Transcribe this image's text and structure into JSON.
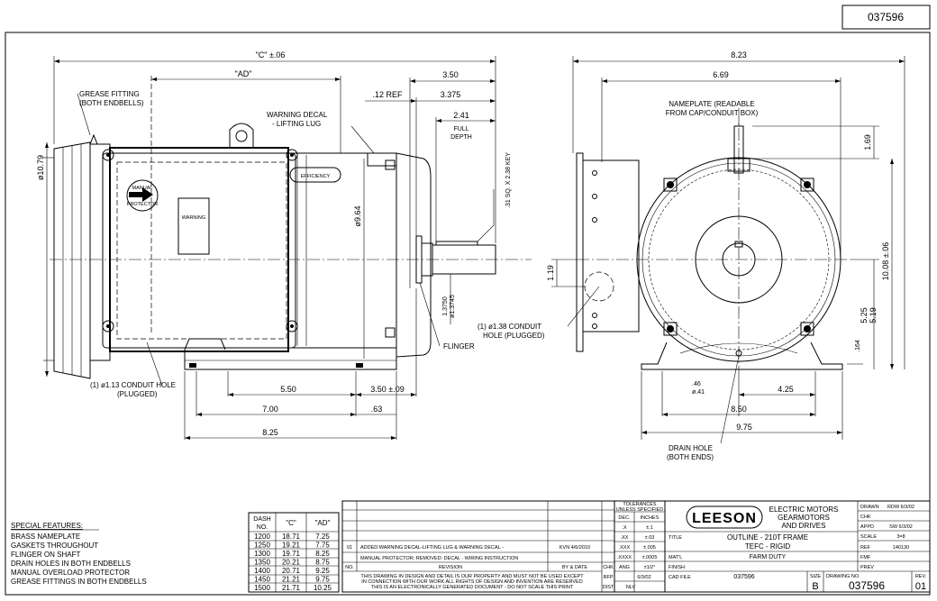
{
  "drawing_number": "037596",
  "labels": {
    "dim_c": "\"C\" ±.06",
    "dim_ad": "\"AD\"",
    "grease_fitting": [
      "GREASE FITTING",
      "(BOTH ENDBELLS)"
    ],
    "warning_decal": [
      "WARNING DECAL",
      "- LIFTING LUG"
    ],
    "efficiency": "EFFICIENCY",
    "manual": "MANUAL",
    "protector": "PROTECTOR",
    "warning": "WARNING",
    "conduit_left": [
      "(1) ø1.13 CONDUIT HOLE",
      "(PLUGGED)"
    ],
    "conduit_right": [
      "(1) ø1.38 CONDUIT",
      "HOLE (PLUGGED)"
    ],
    "flinger": "FLINGER",
    "full_depth": [
      "FULL",
      "DEPTH"
    ],
    "key": ".31 SQ. X 2.38 KEY",
    "nameplate": [
      "NAMEPLATE (READABLE",
      "FROM CAP/CONDUIT BOX)"
    ],
    "drain_hole": [
      "DRAIN HOLE",
      "(BOTH ENDS)"
    ],
    "ref_12": ".12 REF"
  },
  "dims": {
    "d350": "3.50",
    "d3375": "3.375",
    "d241": "2.41",
    "d1079": "ø10.79",
    "d964": "ø9.64",
    "d119": "1.19",
    "d13750": "1.3750",
    "d13745": "ø1.3745",
    "d550": "5.50",
    "d350b": "3.50 ±.09",
    "d700": "7.00",
    "d63": ".63",
    "d825": "8.25",
    "d823": "8.23",
    "d669": "6.69",
    "d169": "1.69",
    "d1008": "10.08 ±.06",
    "d525": "5.25",
    "d519": "5.19",
    "d164": ".164",
    "d46": ".46",
    "d41": "ø.41",
    "d425": "4.25",
    "d850": "8.50",
    "d975": "9.75"
  },
  "features": {
    "title": "SPECIAL FEATURES:",
    "items": [
      "BRASS NAMEPLATE",
      "GASKETS THROUGHOUT",
      "FLINGER ON SHAFT",
      "DRAIN HOLES IN BOTH ENDBELLS",
      "MANUAL OVERLOAD PROTECTOR",
      "GREASE FITTINGS IN BOTH ENDBELLS"
    ]
  },
  "dash_table": {
    "headers": [
      "DASH NO.",
      "\"C\"",
      "\"AD\""
    ],
    "rows": [
      [
        "1200",
        "18.71",
        "7.25"
      ],
      [
        "1250",
        "19.21",
        "7.75"
      ],
      [
        "1300",
        "19.71",
        "8.25"
      ],
      [
        "1350",
        "20.21",
        "8.75"
      ],
      [
        "1400",
        "20.71",
        "9.25"
      ],
      [
        "1450",
        "21.21",
        "9.75"
      ],
      [
        "1500",
        "21.71",
        "10.25"
      ]
    ]
  },
  "revision": {
    "no": "01",
    "text1": "ADDED:WARNING DECAL-LIFTING LUG & WARNING DECAL -",
    "text2": "MANUAL PROTECTOR; REMOVED: DECAL - WIRING INSTRUCTION",
    "by": "KVN 4/6/2010",
    "h_no": "NO.",
    "h_rev": "REVISION",
    "h_by": "BY & DATE",
    "h_chk": "CHK"
  },
  "tolerances": {
    "title": [
      "TOLERANCES",
      "UNLESS SPECIFIED"
    ],
    "h_dec": "DEC.",
    "h_in": "INCHES",
    "rows": [
      [
        ".X",
        "±.1"
      ],
      [
        ".XX",
        "±.03"
      ],
      [
        ".XXX",
        "±.005"
      ],
      [
        ".XXXX",
        "±.0005"
      ]
    ],
    "ang": "ANG",
    "ang_val": "±1/2°"
  },
  "title_block": {
    "logo": "LEESON",
    "company": [
      "ELECTRIC MOTORS",
      "GEARMOTORS",
      "AND DRIVES"
    ],
    "title_label": "TITLE",
    "title_text": [
      "OUTLINE - 210T FRAME",
      "TEFC - RIGID"
    ],
    "matl_label": "MAT'L",
    "matl": "FARM DUTY",
    "finish_label": "FINISH",
    "cad_label": "CAD FILE",
    "cad": "037596",
    "size_label": "SIZE",
    "size": "B",
    "dwgno_label": "DRAWING NO.",
    "dwgno": "037596",
    "rev_label": "REV.",
    "rev": "01",
    "rfp_label": "RFP",
    "rfp": "6/3/02",
    "dist_label": "DIST",
    "dist": "NLV",
    "notice": [
      "THIS DRAWING IN DESIGN AND DETAIL IS OUR PROPERTY AND MUST NOT BE USED EXCEPT",
      "IN CONNECTION WITH OUR WORK ALL RIGHTS OF DESIGN AND INVENTION ARE RESERVED",
      "THIS IS AN ELECTRONICALLY GENERATED DOCUMENT - DO NOT SCALE THIS PRINT"
    ],
    "drawn_label": "DRAWN",
    "drawn": "RDW 6/3/02",
    "chk_label": "CHK",
    "appd_label": "APPD",
    "appd": "SW 6/3/02",
    "scale_label": "SCALE",
    "scale": "3=8",
    "ref_label": "REF",
    "ref": "140130",
    "fmf_label": "FMF",
    "prev_label": "PREV"
  }
}
